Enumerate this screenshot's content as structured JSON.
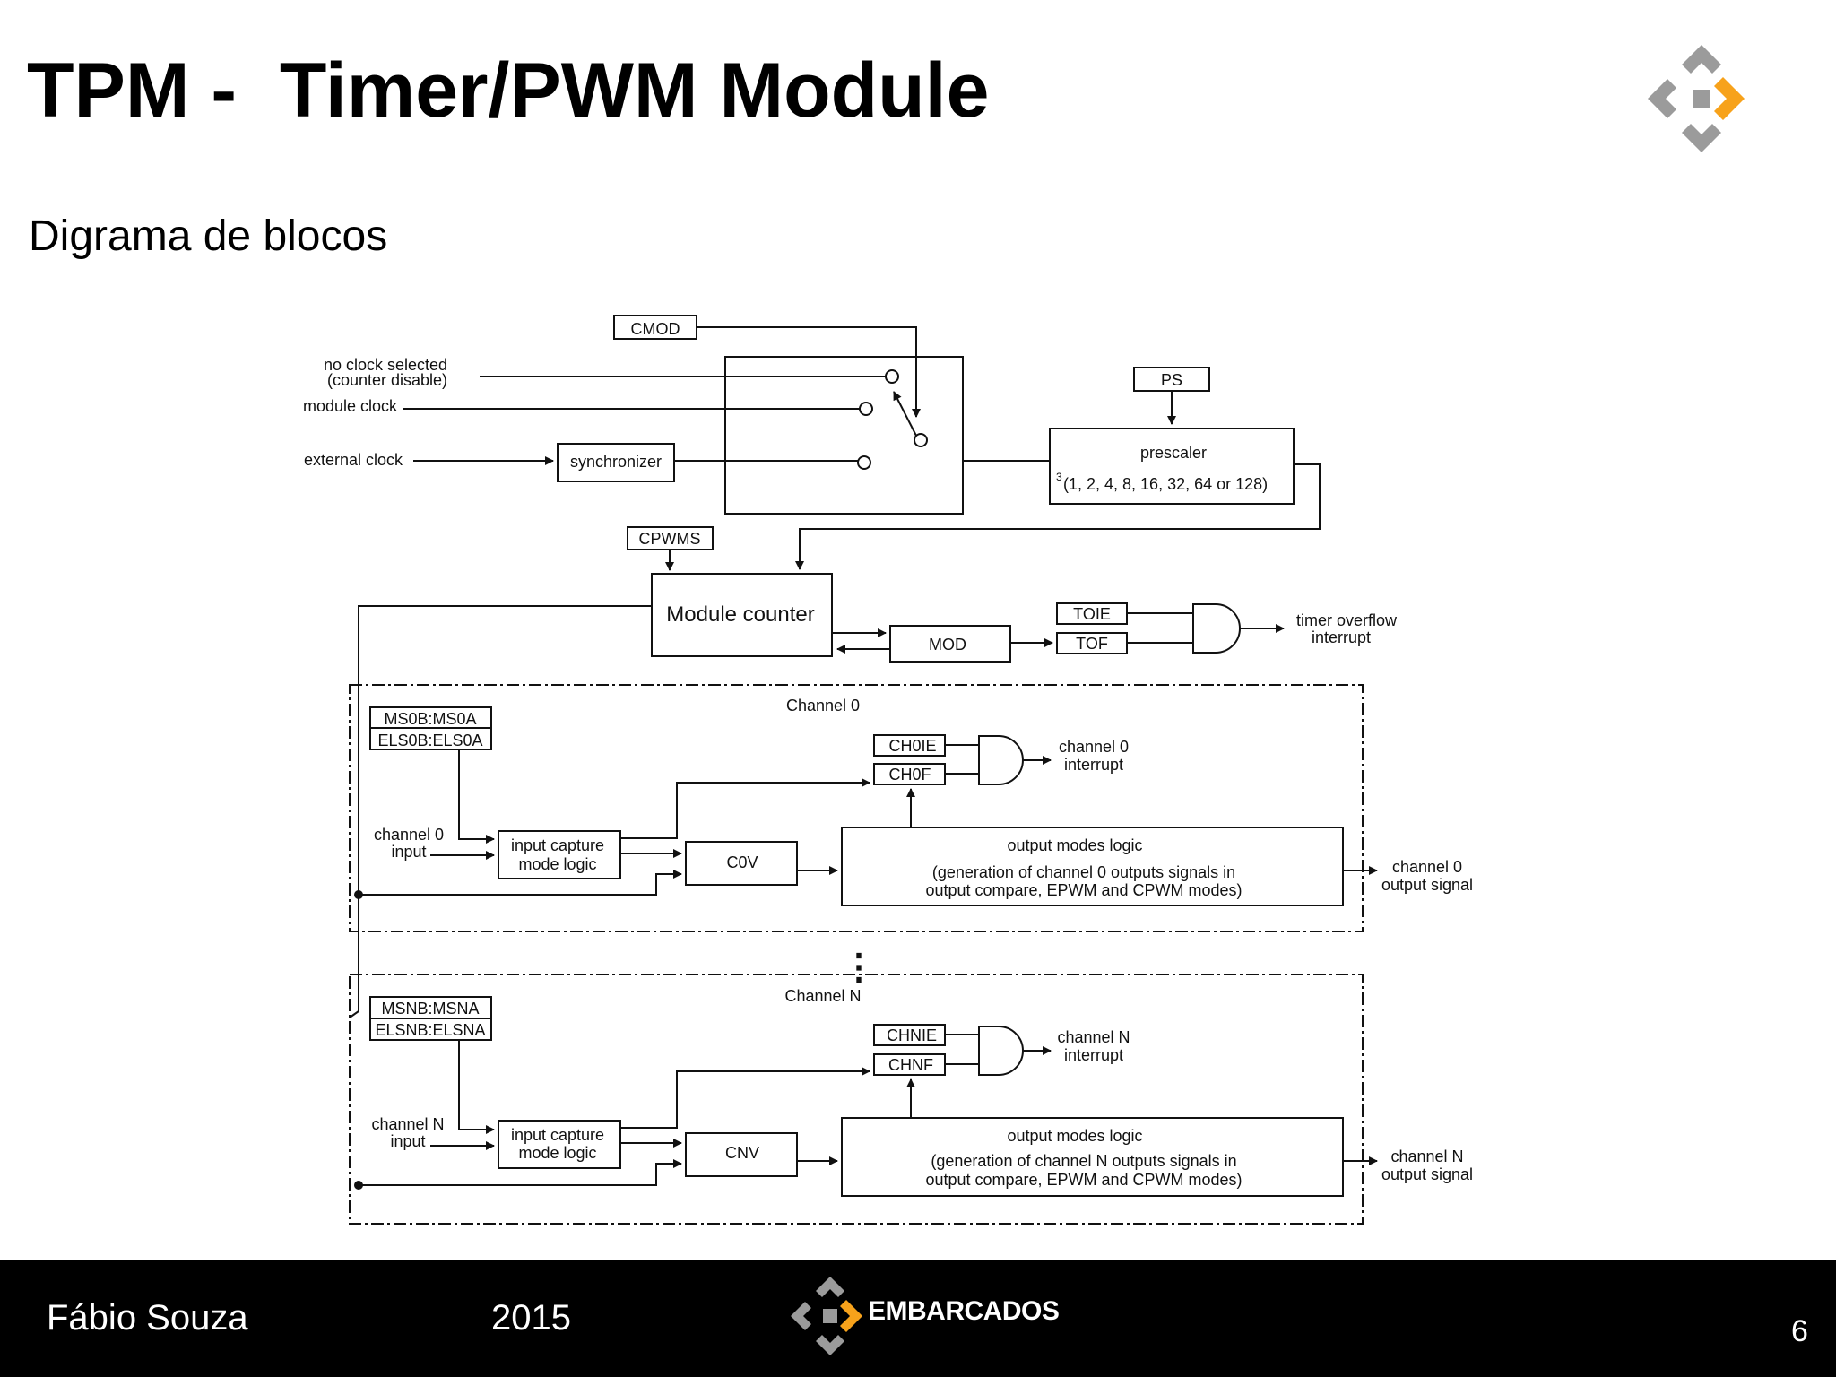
{
  "slide": {
    "title": "TPM -  Timer/PWM Module",
    "subtitle": "Digrama de blocos",
    "page_number": "6"
  },
  "footer": {
    "author": "Fábio Souza",
    "year": "2015",
    "brand": "EMBARCADOS"
  },
  "colors": {
    "logo_gray": "#9b9b9b",
    "logo_orange": "#f7a21b",
    "footer_bg": "#000000"
  },
  "diagram": {
    "cmod": "CMOD",
    "no_clock_1": "no clock selected",
    "no_clock_2": "(counter disable)",
    "module_clock": "module clock",
    "external_clock": "external clock",
    "synchronizer": "synchronizer",
    "ps": "PS",
    "prescaler": "prescaler",
    "prescaler_sup": "3",
    "prescaler_values": "(1, 2, 4, 8, 16, 32, 64 or 128)",
    "cpwms": "CPWMS",
    "module_counter": "Module counter",
    "mod": "MOD",
    "toie": "TOIE",
    "tof": "TOF",
    "timer_overflow_1": "timer overflow",
    "timer_overflow_2": "interrupt",
    "dots": "⋮",
    "channel0": {
      "title": "Channel 0",
      "ms": "MS0B:MS0A",
      "els": "ELS0B:ELS0A",
      "input_1": "channel 0",
      "input_2": "input",
      "capture_1": "input capture",
      "capture_2": "mode logic",
      "cv": "C0V",
      "chie": "CH0IE",
      "chf": "CH0F",
      "interrupt_1": "channel 0",
      "interrupt_2": "interrupt",
      "output_logic_1": "output modes logic",
      "output_logic_2": "(generation of channel 0 outputs signals in",
      "output_logic_3": "output compare, EPWM and CPWM modes)",
      "output_1": "channel 0",
      "output_2": "output signal"
    },
    "channelN": {
      "title": "Channel  N",
      "ms": "MSNB:MSNA",
      "els": "ELSNB:ELSNA",
      "input_1": "channel N",
      "input_2": "input",
      "capture_1": "input capture",
      "capture_2": "mode logic",
      "cv": "CNV",
      "chie": "CHNIE",
      "chf": "CHNF",
      "interrupt_1": "channel N",
      "interrupt_2": "interrupt",
      "output_logic_1": "output modes logic",
      "output_logic_2": "(generation of channel N outputs signals in",
      "output_logic_3": "output compare, EPWM and CPWM modes)",
      "output_1": "channel N",
      "output_2": "output signal"
    }
  }
}
